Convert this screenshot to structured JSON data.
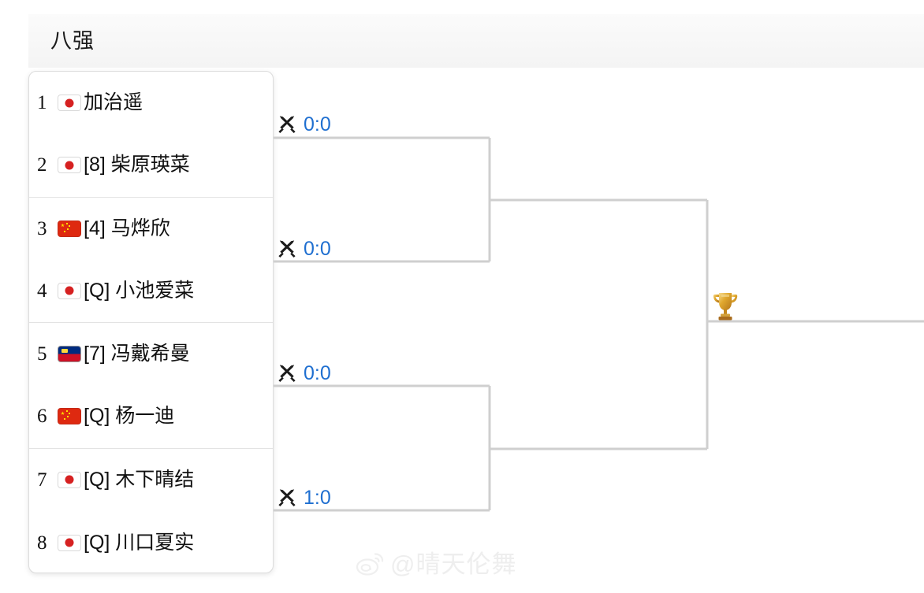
{
  "header": {
    "round_title": "八强"
  },
  "players": [
    {
      "seed": "1",
      "flag": "jp",
      "flag_name": "japan-flag",
      "tag": "",
      "name": "加治遥"
    },
    {
      "seed": "2",
      "flag": "jp",
      "flag_name": "japan-flag",
      "tag": "[8]",
      "name": "柴原瑛菜"
    },
    {
      "seed": "3",
      "flag": "cn",
      "flag_name": "china-flag",
      "tag": "[4]",
      "name": "马烨欣"
    },
    {
      "seed": "4",
      "flag": "jp",
      "flag_name": "japan-flag",
      "tag": "[Q]",
      "name": "小池爱菜"
    },
    {
      "seed": "5",
      "flag": "li",
      "flag_name": "liechtenstein-flag",
      "tag": "[7]",
      "name": "冯戴希曼"
    },
    {
      "seed": "6",
      "flag": "cn",
      "flag_name": "china-flag",
      "tag": "[Q]",
      "name": "杨一迪"
    },
    {
      "seed": "7",
      "flag": "jp",
      "flag_name": "japan-flag",
      "tag": "[Q]",
      "name": "木下晴结"
    },
    {
      "seed": "8",
      "flag": "jp",
      "flag_name": "japan-flag",
      "tag": "[Q]",
      "name": "川口夏实"
    }
  ],
  "matches": [
    {
      "id": "qf-1",
      "score": "0:0",
      "icon": "crossed-swords-icon"
    },
    {
      "id": "qf-2",
      "score": "0:0",
      "icon": "crossed-swords-icon"
    },
    {
      "id": "qf-3",
      "score": "0:0",
      "icon": "crossed-swords-icon"
    },
    {
      "id": "qf-4",
      "score": "1:0",
      "icon": "crossed-swords-icon"
    }
  ],
  "final": {
    "icon": "trophy-icon"
  },
  "watermark": {
    "logo": "weibo-logo-icon",
    "text": "@晴天伦舞"
  },
  "colors": {
    "score_blue": "#1f6fd0",
    "bracket_line": "#cfcfcf",
    "card_border": "#dcdcdc",
    "text_primary": "#101010",
    "watermark": "#eeeeee"
  }
}
